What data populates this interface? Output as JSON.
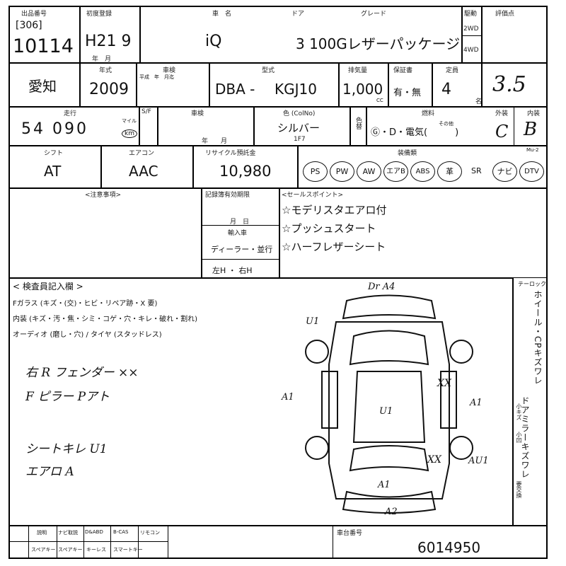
{
  "header": {
    "lot_label": "出品番号",
    "lot_bracket": "[306]",
    "lot_number": "10114",
    "first_reg_label": "初度登録",
    "first_reg": "H21 9",
    "first_reg_unit": "年　月",
    "car_name_label": "車　名",
    "car_name": "iQ",
    "doors_label": "ドア",
    "grade_label": "グレード",
    "grade": "3 100Gレザーパッケージ",
    "drive_label": "駆動",
    "drive_2wd": "2WD",
    "drive_4wd": "4WD",
    "score_label": "評価点",
    "score": "3.5"
  },
  "row2": {
    "region": "愛知",
    "year_label": "年式",
    "year": "2009",
    "inspection_label": "車検",
    "inspection_note": "平成　年　月迄",
    "model_label": "型式",
    "model_prefix": "DBA -",
    "model": "KGJ10",
    "displacement_label": "排気量",
    "displacement": "1,000",
    "displacement_unit": "CC",
    "warranty_label": "保証書",
    "warranty": "有・無",
    "capacity_label": "定員",
    "capacity": "4",
    "capacity_unit": "名"
  },
  "row3": {
    "mileage_label": "走行",
    "mileage": "54 090",
    "mileage_unit_mile": "マイル",
    "mileage_unit_km": "km",
    "shift_label": "S/F",
    "vehicle_label": "車検",
    "vehicle_sub": "年　　月",
    "color_label": "色 (ColNo)",
    "color": "シルバー",
    "color_code": "1F7",
    "color_change_label": "色替",
    "fuel_label": "燃料",
    "fuel_options": "Ⓖ・D・電気(　　　)",
    "fuel_other": "その他",
    "exterior_label": "外装",
    "exterior": "C",
    "interior_label": "内装",
    "interior": "B"
  },
  "row4": {
    "shift_label": "シフト",
    "shift": "AT",
    "ac_label": "エアコン",
    "ac": "AAC",
    "recycle_label": "リサイクル預託金",
    "recycle": "10,980",
    "equipment_label": "装備類",
    "equipment": [
      "PS",
      "PW",
      "AW",
      "エアB",
      "ABS",
      "革",
      "SR",
      "ナビ",
      "DTV"
    ],
    "wheel_label": "Mu-2"
  },
  "row5": {
    "notes_label": "<注意事項>",
    "expiry_label": "記録簿有効期限",
    "expiry_unit": "月　日",
    "import_label": "輸入車",
    "dealer": "ディーラー・並行",
    "handle": "左H ・ 右H",
    "sales_label": "<セールスポイント>",
    "sales_points": [
      "☆モデリスタエアロ付",
      "☆プッシュスタート",
      "☆ハーフレザーシート"
    ]
  },
  "inspector": {
    "title": "< 検査員記入欄 >",
    "glass": "Fガラス (キズ・(交)・ヒビ・リペア跡・X 要)",
    "interior": "内装 (キズ・汚・焦・シミ・コゲ・穴・キレ・破れ・割れ)",
    "audio": "オーディオ (磨し・穴) / タイヤ (スタッドレス)",
    "handwritten": [
      "右 R フェンダー ××",
      "F ピラー Pアト",
      "シートキレ U1",
      "エアロ A"
    ]
  },
  "diagram": {
    "marks": [
      "Dr A4",
      "U1",
      "A1",
      "XX",
      "A1",
      "U1",
      "XX",
      "AU1",
      "A1",
      "A2"
    ],
    "right_label": "テーロック",
    "right_vertical_1": "ホイール・CPキズワレ",
    "right_vertical_2": "ドアミラーキズワレ",
    "right_small": [
      "小キズ",
      "小凹",
      "要交換"
    ]
  },
  "footer": {
    "items_top": [
      "説明",
      "ナビ取説",
      "D&ABD",
      "B-CAS",
      "リモコン"
    ],
    "items_bottom": [
      "スペアキー",
      "スペアキー",
      "キーレス",
      "スマートキー"
    ],
    "vin_label": "車台番号",
    "vin": "6014950"
  }
}
